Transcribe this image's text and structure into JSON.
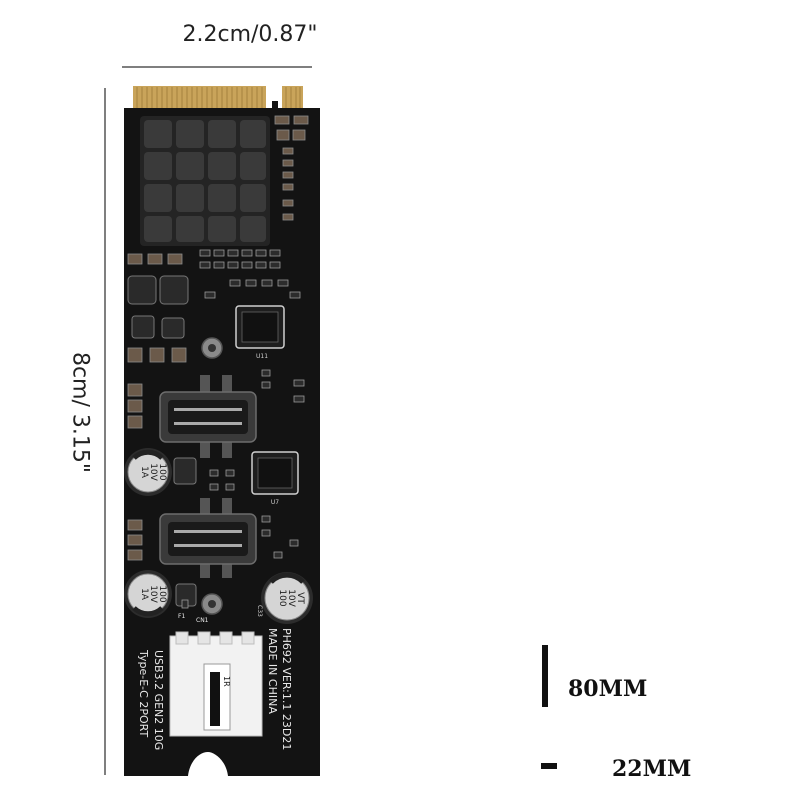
{
  "dimensions": {
    "width_label": "2.2cm/0.87\"",
    "height_label": "8cm/ 3.15\""
  },
  "board": {
    "model_line": "PH692  VER:1.1  23D21",
    "origin_line": "MADE IN CHINA",
    "spec_line1": "USB3.2 GEN2 10G",
    "spec_line2": "Type-E-C 2PORT",
    "connector_marking": "1R",
    "cap_label_a": [
      "1A",
      "10V",
      "100"
    ],
    "cap_label_b": [
      "100",
      "10V",
      "VT"
    ],
    "silkscreen": {
      "u11": "U11",
      "u7": "U7",
      "cn1": "CN1",
      "f1": "F1",
      "c33": "C33"
    }
  },
  "legend": {
    "length_label": "80MM",
    "width_label": "22MM"
  },
  "colors": {
    "pcb": "#131313",
    "gold": "#c9a45a",
    "heatsink": "#2b2b2b",
    "connector_housing": "#f2f2f2"
  }
}
